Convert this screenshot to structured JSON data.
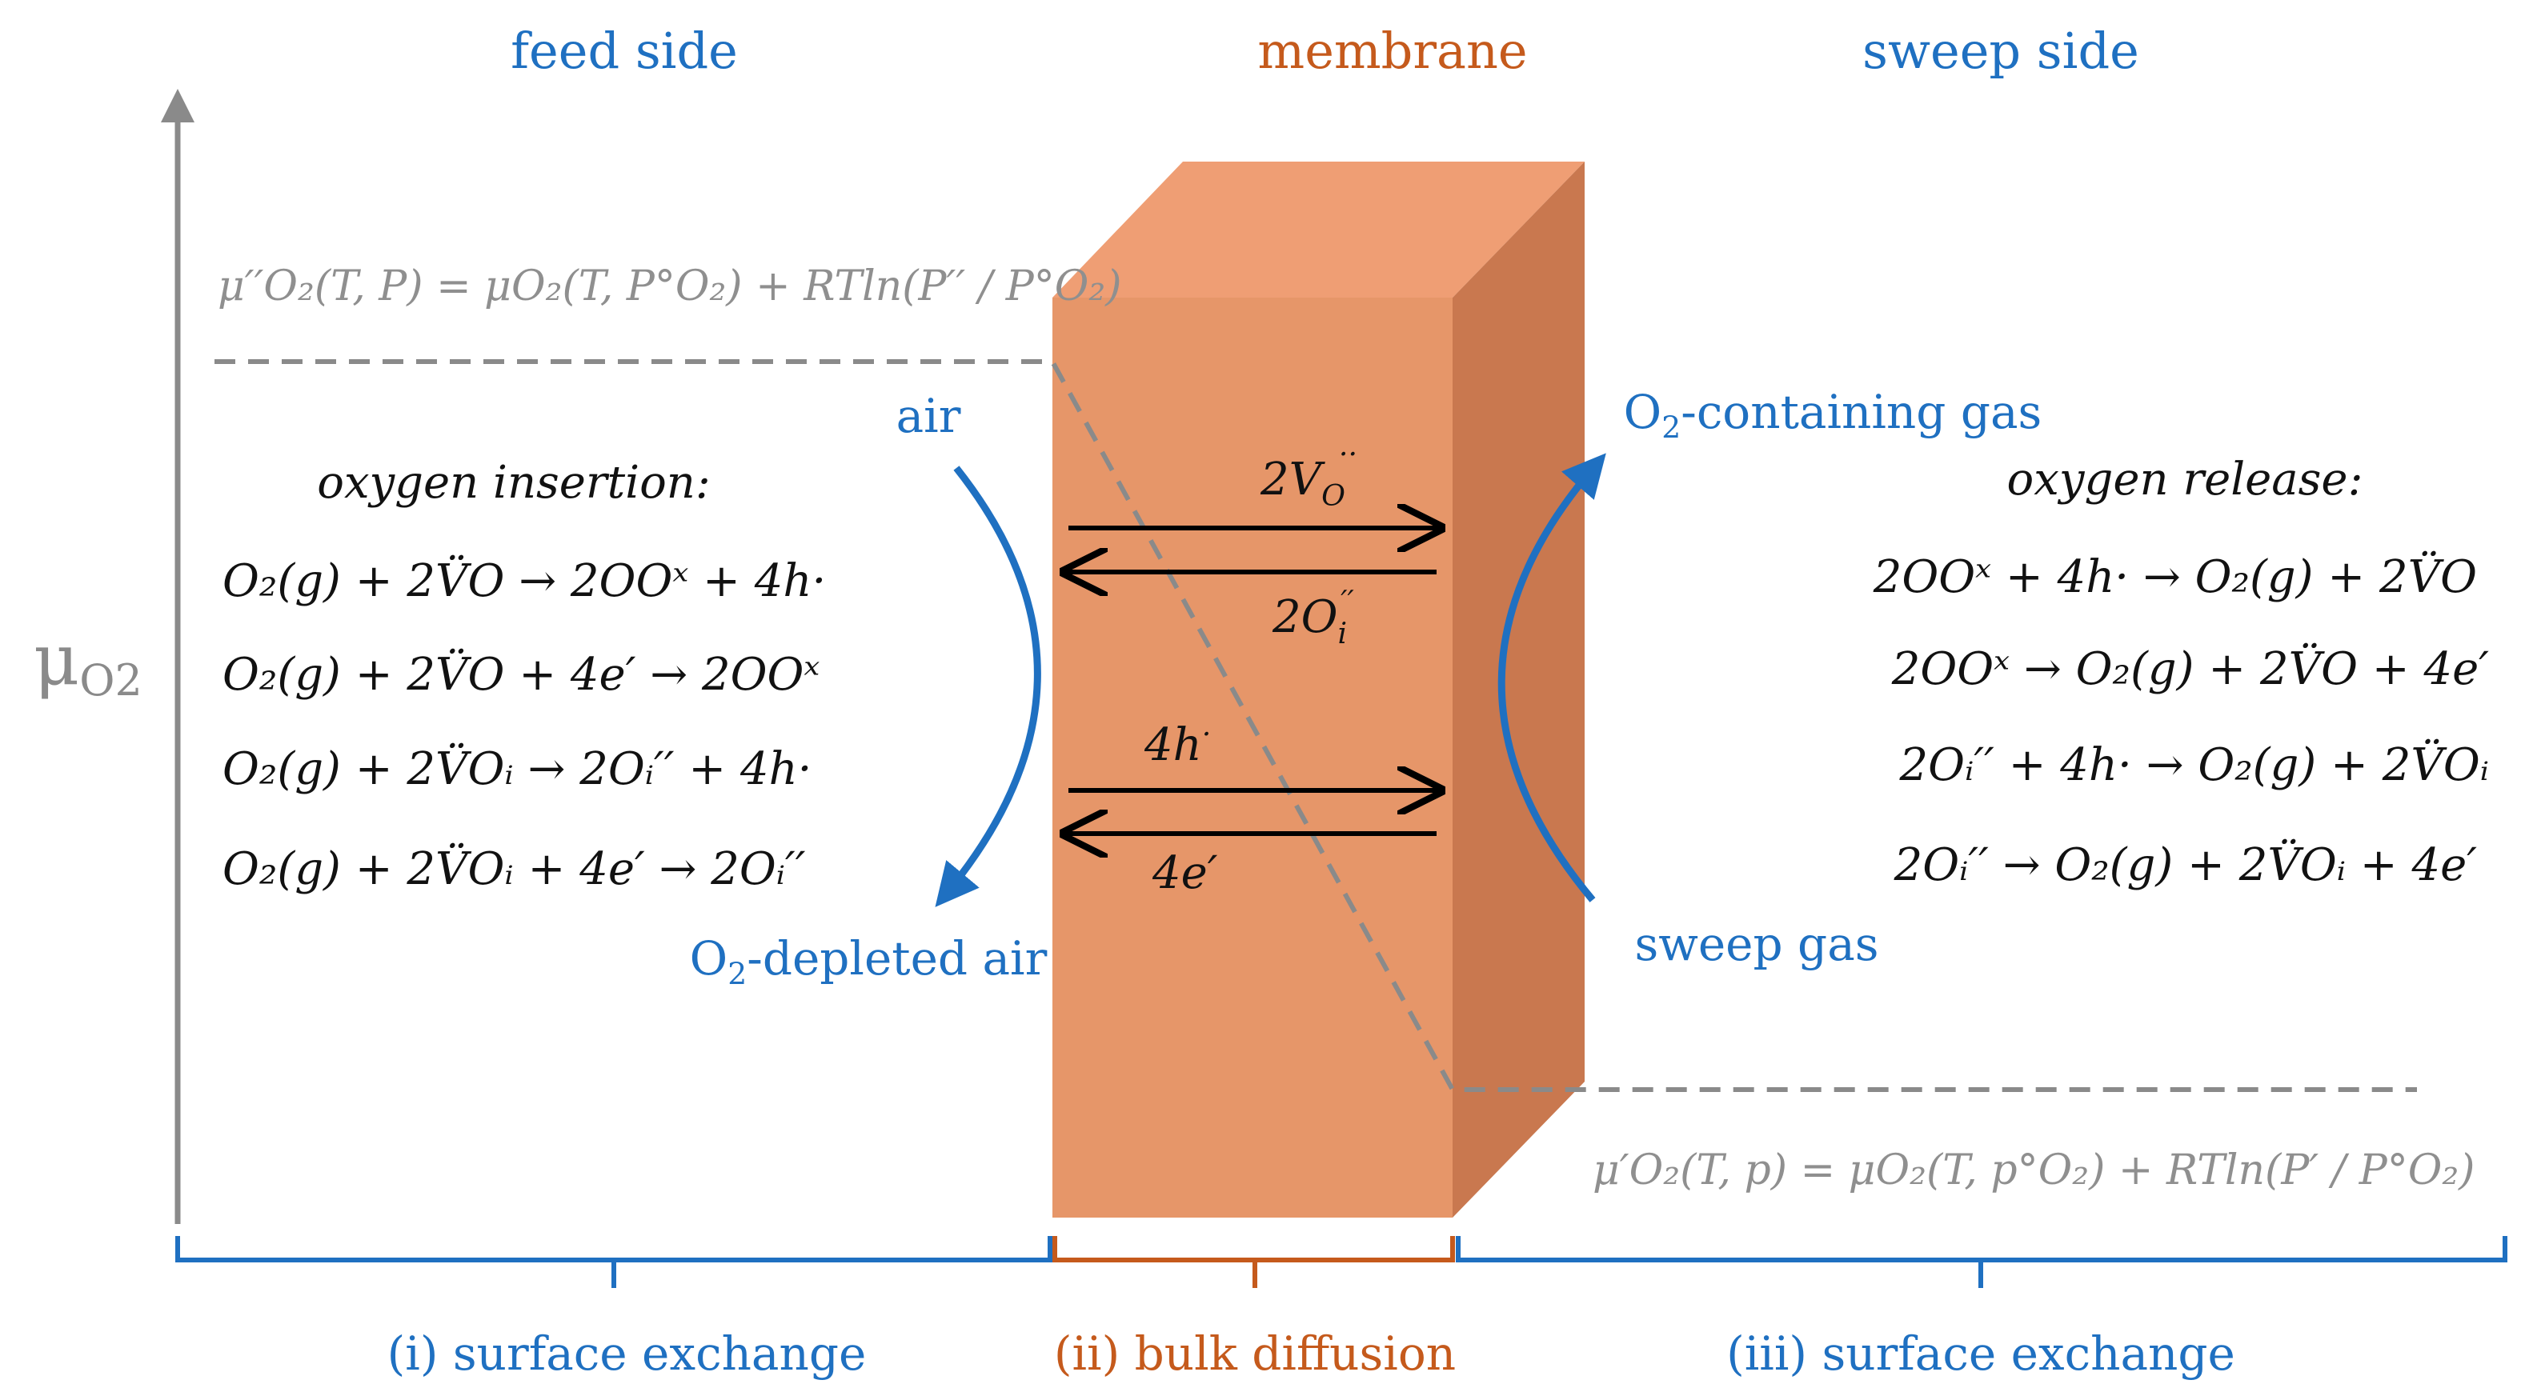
{
  "headers": {
    "feed": "feed side",
    "membrane": "membrane",
    "sweep": "sweep side"
  },
  "axis": {
    "label": "μ",
    "label_sub": "O2"
  },
  "gases": {
    "air": "air",
    "depleted_prefix": "O",
    "depleted_sub": "2",
    "depleted_suffix": "-depleted air",
    "containing_prefix": "O",
    "containing_sub": "2",
    "containing_suffix": "-containing gas",
    "sweep_gas": "sweep gas"
  },
  "titles": {
    "insertion": "oxygen insertion:",
    "release": "oxygen release:"
  },
  "flux": {
    "vacancy": "2V",
    "vacancy_sub": "O",
    "vacancy_sup": "··",
    "interstitial": "2O",
    "interstitial_sub": "i",
    "interstitial_sup": "′′",
    "hole": "4h",
    "hole_sup": "·",
    "electron": "4e′"
  },
  "potentials": {
    "feed": "μ′′O₂(T, P) = μO₂(T, P°O₂) + RTln(P′′ / P°O₂)",
    "sweep": "μ′O₂(T, p) = μO₂(T, p°O₂) + RTln(P′ / P°O₂)"
  },
  "insertion_equations": [
    "O₂(g) + 2V̈O → 2OOˣ + 4h·",
    "O₂(g) + 2V̈O + 4e′ → 2OOˣ",
    "O₂(g) + 2V̈Oᵢ → 2Oᵢ′′ + 4h·",
    "O₂(g) + 2V̈Oᵢ + 4e′ → 2Oᵢ′′"
  ],
  "release_equations": [
    "2OOˣ + 4h· → O₂(g) + 2V̈O",
    "2OOˣ → O₂(g) + 2V̈O + 4e′",
    "2Oᵢ′′ + 4h· → O₂(g) + 2V̈Oᵢ",
    "2Oᵢ′′ → O₂(g) + 2V̈Oᵢ + 4e′"
  ],
  "steps": {
    "feed": "(i) surface exchange",
    "bulk": "(ii) bulk diffusion",
    "sweep": "(iii) surface exchange"
  },
  "colors": {
    "blue": "#1f70c1",
    "orange": "#c55a1c",
    "membrane_front": "#e69669",
    "membrane_top": "#ef9e74",
    "membrane_side": "#c9784f",
    "grey": "#8a8a8a"
  }
}
